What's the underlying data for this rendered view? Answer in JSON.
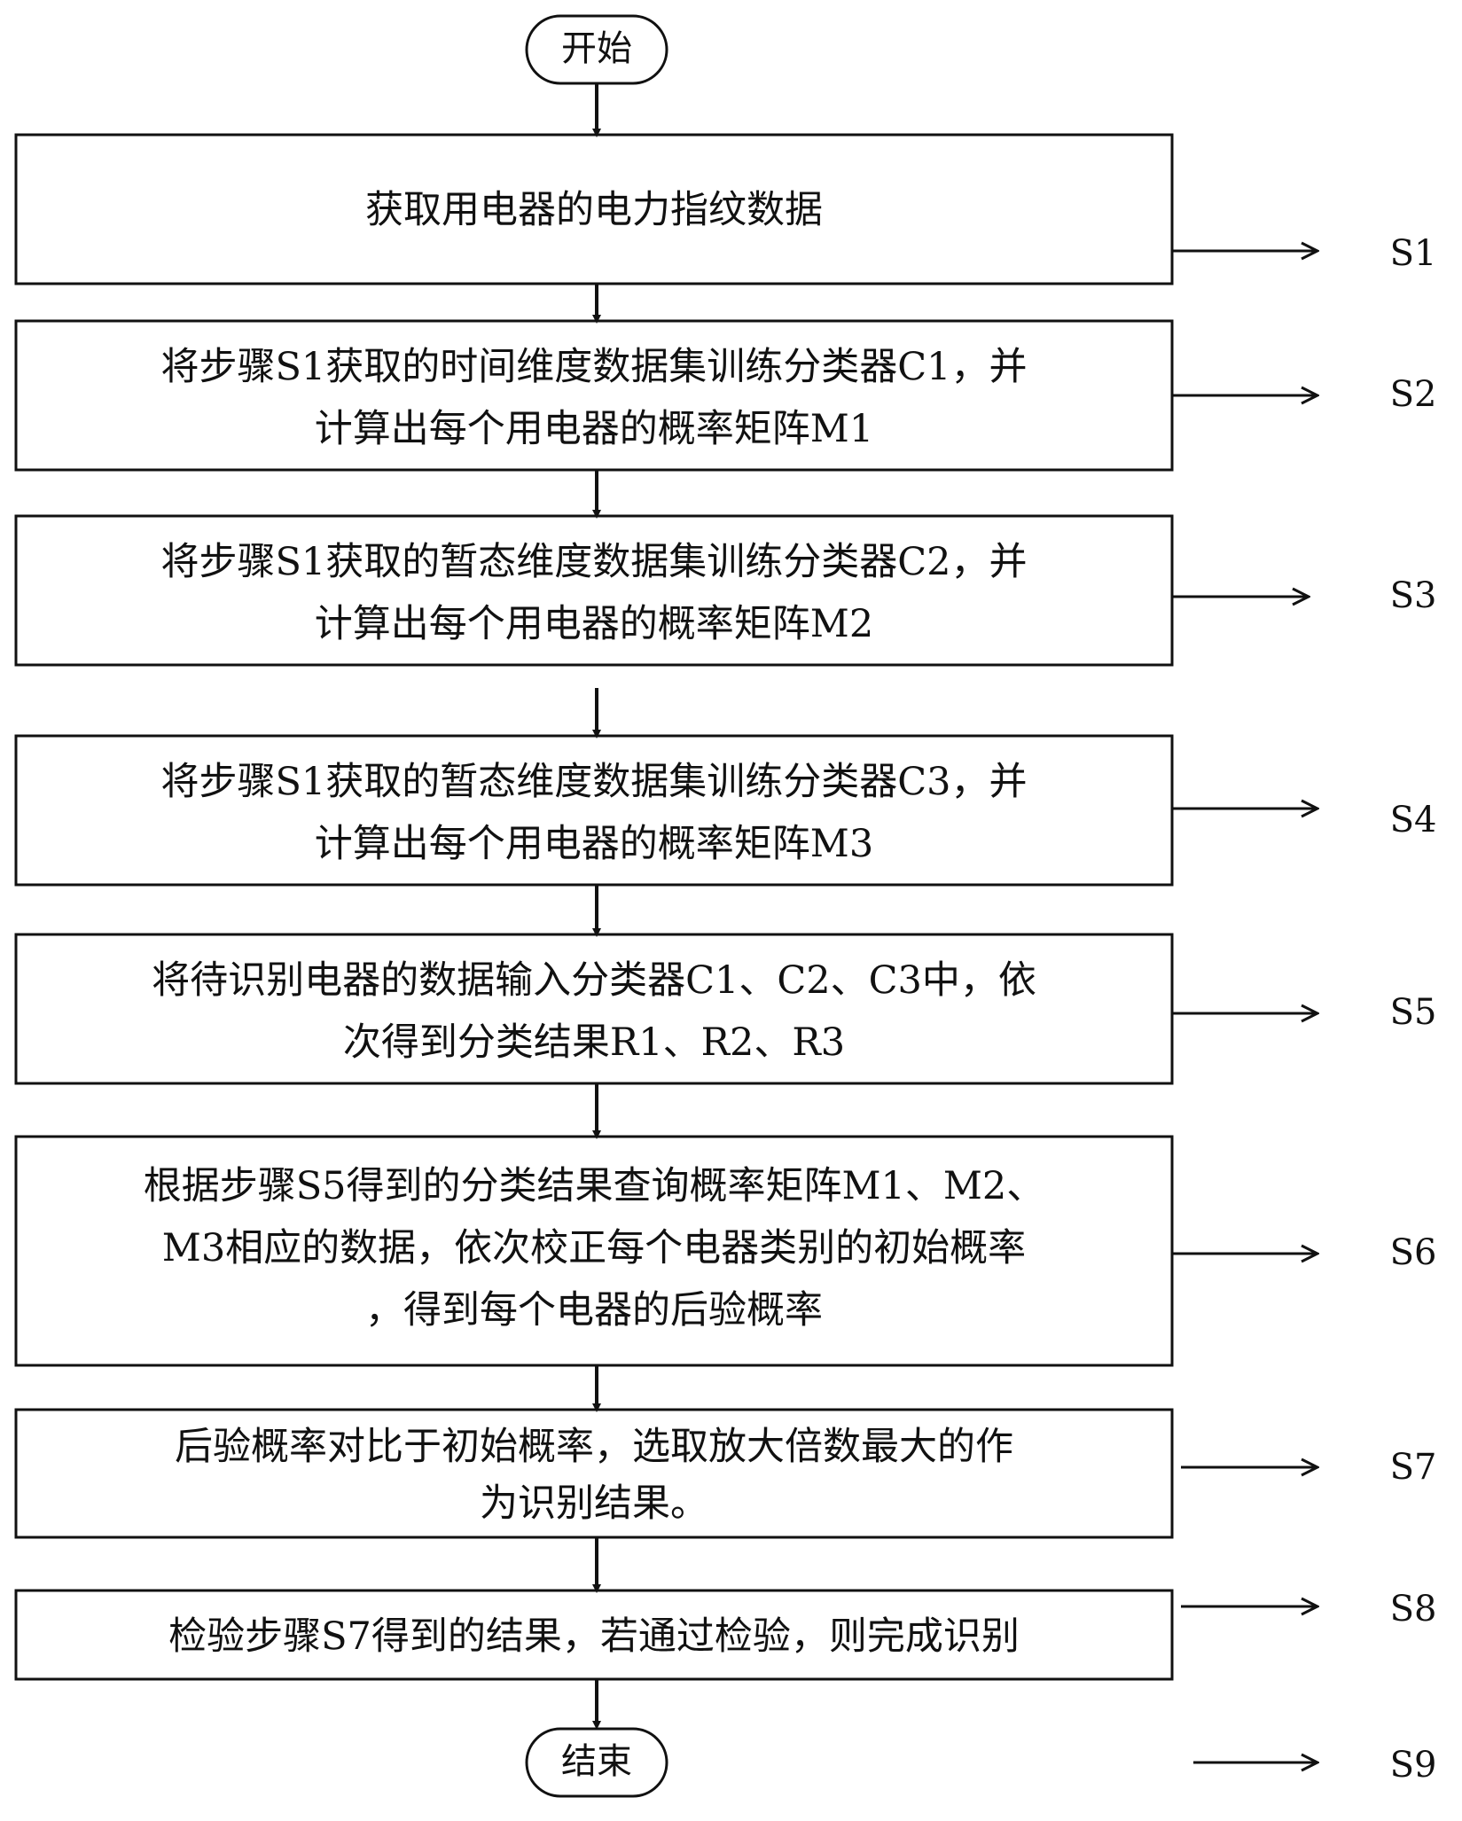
{
  "start": "开始",
  "end": "结束",
  "steps": [
    {
      "id": "S1",
      "lines": [
        "获取用电器的电力指纹数据"
      ]
    },
    {
      "id": "S2",
      "lines": [
        "将步骤S1获取的时间维度数据集训练分类器C1，并",
        "计算出每个用电器的概率矩阵M1"
      ]
    },
    {
      "id": "S3",
      "lines": [
        "将步骤S1获取的暂态维度数据集训练分类器C2，并",
        "计算出每个用电器的概率矩阵M2"
      ]
    },
    {
      "id": "S4",
      "lines": [
        "将步骤S1获取的暂态维度数据集训练分类器C3，并",
        "计算出每个用电器的概率矩阵M3"
      ]
    },
    {
      "id": "S5",
      "lines": [
        "将待识别电器的数据输入分类器C1、C2、C3中，依",
        "次得到分类结果R1、R2、R3"
      ]
    },
    {
      "id": "S6",
      "lines": [
        "根据步骤S5得到的分类结果查询概率矩阵M1、M2、",
        "M3相应的数据，依次校正每个电器类别的初始概率",
        "，得到每个电器的后验概率"
      ]
    },
    {
      "id": "S7",
      "lines": [
        "后验概率对比于初始概率，选取放大倍数最大的作",
        "为识别结果。"
      ]
    },
    {
      "id": "S8",
      "lines": [
        "检验步骤S7得到的结果，若通过检验，则完成识别"
      ]
    }
  ],
  "end_label": "S9"
}
